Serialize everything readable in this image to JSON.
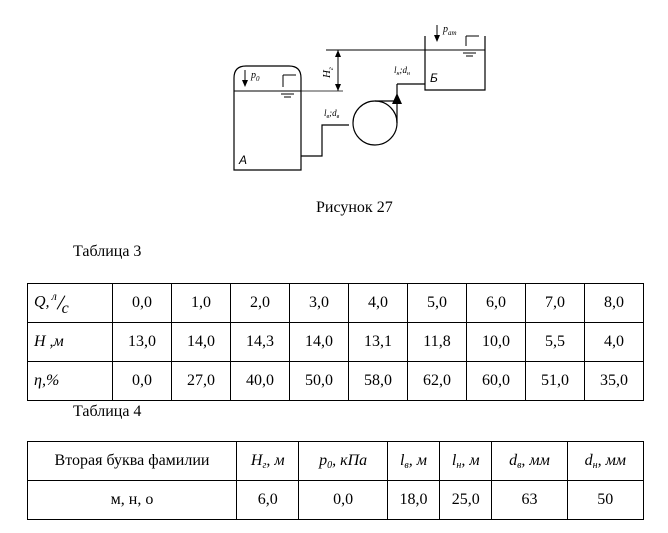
{
  "figure": {
    "caption": "Рисунок 27",
    "labels": {
      "tank_a": "А",
      "tank_b": "Б",
      "p0_main": "p",
      "p0_sub": "0",
      "pat_main": "p",
      "pat_sub": "ат",
      "hg_main": "H",
      "hg_sub": "г",
      "suction_main": "l",
      "suction_sub": "в",
      "suction_d_main": "d",
      "suction_d_sub": "в",
      "pressure_main": "l",
      "pressure_sub": "н",
      "pressure_d_main": "d",
      "pressure_d_sub": "н",
      "sep": ";"
    }
  },
  "table3": {
    "title": "Таблица 3",
    "rows": [
      {
        "label": "Q, л/с",
        "values": [
          "0,0",
          "1,0",
          "2,0",
          "3,0",
          "4,0",
          "5,0",
          "6,0",
          "7,0",
          "8,0"
        ]
      },
      {
        "label": "H ,м",
        "values": [
          "13,0",
          "14,0",
          "14,3",
          "14,0",
          "13,1",
          "11,8",
          "10,0",
          "5,5",
          "4,0"
        ]
      },
      {
        "label": "η,%",
        "values": [
          "0,0",
          "27,0",
          "40,0",
          "50,0",
          "58,0",
          "62,0",
          "60,0",
          "51,0",
          "35,0"
        ]
      }
    ],
    "q_label": {
      "main": "Q,",
      "num": "л",
      "den": "с"
    }
  },
  "table4": {
    "title": "Таблица 4",
    "headers": [
      {
        "text": "Вторая буква фамилии"
      },
      {
        "main": "H",
        "sub": "г",
        "unit": ", м"
      },
      {
        "main": "p",
        "sub": "0",
        "unit": ", кПа"
      },
      {
        "main": "l",
        "sub": "в",
        "unit": ", м"
      },
      {
        "main": "l",
        "sub": "н",
        "unit": ", м"
      },
      {
        "main": "d",
        "sub": "в",
        "unit": ", мм"
      },
      {
        "main": "d",
        "sub": "н",
        "unit": ", мм"
      }
    ],
    "row": [
      "м, н, о",
      "6,0",
      "0,0",
      "18,0",
      "25,0",
      "63",
      "50"
    ]
  }
}
